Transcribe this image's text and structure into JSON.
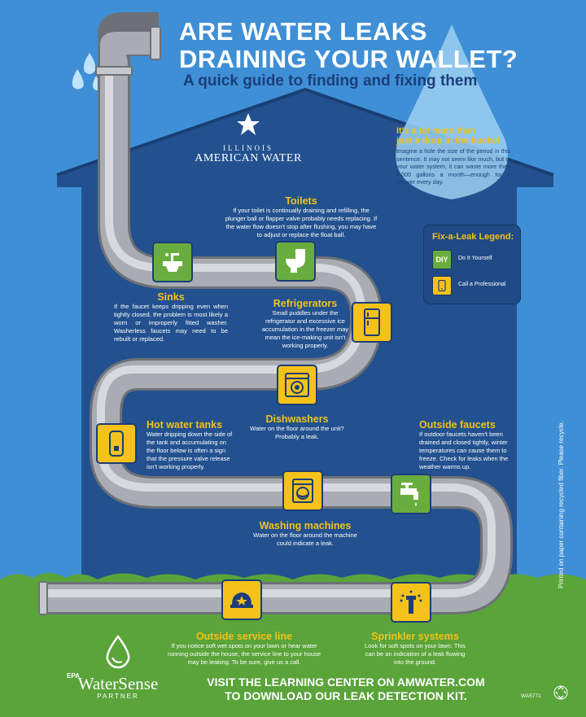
{
  "header": {
    "title_line1": "ARE WATER LEAKS",
    "title_line2": "DRAINING YOUR WALLET?",
    "subtitle": "A quick guide to finding and fixing them"
  },
  "logo": {
    "line1": "ILLINOIS",
    "line2": "AMERICAN WATER"
  },
  "drop_box": {
    "title_line1": "It's a lot more than",
    "title_line2": "just a drop in the bucket",
    "body": "Imagine a hole the size of the period in this sentence. It may not seem like much, but in your water system, it can waste more than 4,000 gallons a month—enough for a shower every day."
  },
  "legend": {
    "title": "Fix-a-Leak Legend:",
    "diy_badge": "DIY",
    "diy_label": "Do It Yourself",
    "pro_label": "Call a Professional"
  },
  "sections": {
    "toilets": {
      "title": "Toilets",
      "body": "If your toilet is continually draining and refilling, the plunger ball or flapper valve probably needs replacing. If the water flow doesn't stop after flushing, you may have to adjust or replace the float ball."
    },
    "sinks": {
      "title": "Sinks",
      "body": "If the faucet keeps dripping even when tightly closed, the problem is most likely a worn or improperly fitted washer. Washerless faucets may need to be rebuilt or replaced."
    },
    "refrigerators": {
      "title": "Refrigerators",
      "body": "Small puddles under the refrigerator and excessive ice accumulation in the freezer may mean the ice-making unit isn't working properly."
    },
    "dishwashers": {
      "title": "Dishwashers",
      "body": "Water on the floor around the unit? Probably a leak."
    },
    "hot_water": {
      "title": "Hot water tanks",
      "body": "Water dripping down the side of the tank and accumulating on the floor below is often a sign that the pressure valve release isn't working properly."
    },
    "outside_faucets": {
      "title": "Outside faucets",
      "body": "If outdoor faucets haven't been drained and closed tightly, winter temperatures can cause them to freeze. Check for leaks when the weather warms up."
    },
    "washing": {
      "title": "Washing machines",
      "body": "Water on the floor around the machine could indicate a leak."
    },
    "service_line": {
      "title": "Outside service line",
      "body": "If you notice soft wet spots on your lawn or hear water running outside the house, the service line to your house may be leaking. To be sure, give us a call."
    },
    "sprinkler": {
      "title": "Sprinkler systems",
      "body": "Look for soft spots on your lawn. This can be an indication of a leak flowing into the ground."
    }
  },
  "footer": {
    "epa_line1": "EPA",
    "epa_line2": "WaterSense",
    "epa_line3": "PARTNER",
    "cta_line1": "VISIT THE LEARNING CENTER ON AMWATER.COM",
    "cta_line2": "TO DOWNLOAD OUR LEAK DETECTION KIT.",
    "code": "WA5771",
    "vertical_note": "Printed on paper containing recycled fiber. Please recycle."
  },
  "colors": {
    "sky": "#3f8fd6",
    "house": "#23518f",
    "pipe": "#a9adb3",
    "accent_yellow": "#f4c21a",
    "accent_green": "#6aad3f",
    "grass": "#5aa43a"
  }
}
